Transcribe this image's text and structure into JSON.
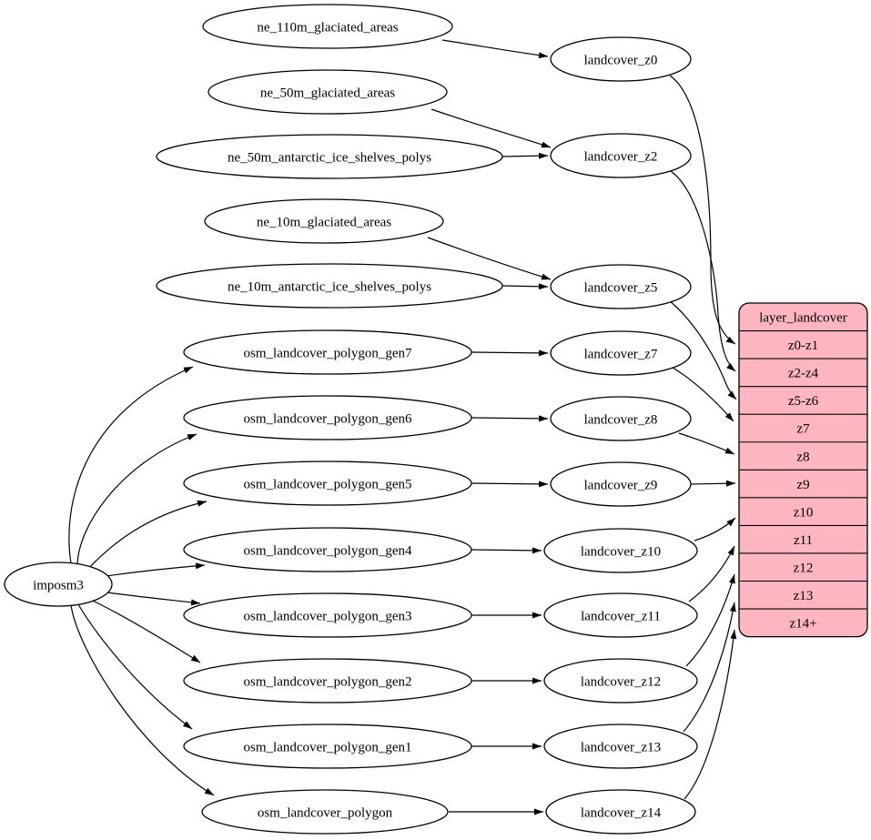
{
  "diagram": {
    "background_color": "#ffffff",
    "node_fill_color": "#ffffff",
    "edge_color": "#000000",
    "nodes": [
      {
        "id": "imposm3",
        "label": "imposm3"
      },
      {
        "id": "ne_110m_glaciated_areas",
        "label": "ne_110m_glaciated_areas"
      },
      {
        "id": "ne_50m_glaciated_areas",
        "label": "ne_50m_glaciated_areas"
      },
      {
        "id": "ne_50m_antarctic_ice_shelves_polys",
        "label": "ne_50m_antarctic_ice_shelves_polys"
      },
      {
        "id": "ne_10m_glaciated_areas",
        "label": "ne_10m_glaciated_areas"
      },
      {
        "id": "ne_10m_antarctic_ice_shelves_polys",
        "label": "ne_10m_antarctic_ice_shelves_polys"
      },
      {
        "id": "osm_landcover_polygon_gen7",
        "label": "osm_landcover_polygon_gen7"
      },
      {
        "id": "osm_landcover_polygon_gen6",
        "label": "osm_landcover_polygon_gen6"
      },
      {
        "id": "osm_landcover_polygon_gen5",
        "label": "osm_landcover_polygon_gen5"
      },
      {
        "id": "osm_landcover_polygon_gen4",
        "label": "osm_landcover_polygon_gen4"
      },
      {
        "id": "osm_landcover_polygon_gen3",
        "label": "osm_landcover_polygon_gen3"
      },
      {
        "id": "osm_landcover_polygon_gen2",
        "label": "osm_landcover_polygon_gen2"
      },
      {
        "id": "osm_landcover_polygon_gen1",
        "label": "osm_landcover_polygon_gen1"
      },
      {
        "id": "osm_landcover_polygon",
        "label": "osm_landcover_polygon"
      },
      {
        "id": "landcover_z0",
        "label": "landcover_z0"
      },
      {
        "id": "landcover_z2",
        "label": "landcover_z2"
      },
      {
        "id": "landcover_z5",
        "label": "landcover_z5"
      },
      {
        "id": "landcover_z7",
        "label": "landcover_z7"
      },
      {
        "id": "landcover_z8",
        "label": "landcover_z8"
      },
      {
        "id": "landcover_z9",
        "label": "landcover_z9"
      },
      {
        "id": "landcover_z10",
        "label": "landcover_z10"
      },
      {
        "id": "landcover_z11",
        "label": "landcover_z11"
      },
      {
        "id": "landcover_z12",
        "label": "landcover_z12"
      },
      {
        "id": "landcover_z13",
        "label": "landcover_z13"
      },
      {
        "id": "landcover_z14",
        "label": "landcover_z14"
      }
    ],
    "edges": [
      {
        "from": "imposm3",
        "to": "osm_landcover_polygon_gen7"
      },
      {
        "from": "imposm3",
        "to": "osm_landcover_polygon_gen6"
      },
      {
        "from": "imposm3",
        "to": "osm_landcover_polygon_gen5"
      },
      {
        "from": "imposm3",
        "to": "osm_landcover_polygon_gen4"
      },
      {
        "from": "imposm3",
        "to": "osm_landcover_polygon_gen3"
      },
      {
        "from": "imposm3",
        "to": "osm_landcover_polygon_gen2"
      },
      {
        "from": "imposm3",
        "to": "osm_landcover_polygon_gen1"
      },
      {
        "from": "imposm3",
        "to": "osm_landcover_polygon"
      },
      {
        "from": "ne_110m_glaciated_areas",
        "to": "landcover_z0"
      },
      {
        "from": "ne_50m_glaciated_areas",
        "to": "landcover_z2"
      },
      {
        "from": "ne_50m_antarctic_ice_shelves_polys",
        "to": "landcover_z2"
      },
      {
        "from": "ne_10m_glaciated_areas",
        "to": "landcover_z5"
      },
      {
        "from": "ne_10m_antarctic_ice_shelves_polys",
        "to": "landcover_z5"
      },
      {
        "from": "osm_landcover_polygon_gen7",
        "to": "landcover_z7"
      },
      {
        "from": "osm_landcover_polygon_gen6",
        "to": "landcover_z8"
      },
      {
        "from": "osm_landcover_polygon_gen5",
        "to": "landcover_z9"
      },
      {
        "from": "osm_landcover_polygon_gen4",
        "to": "landcover_z10"
      },
      {
        "from": "osm_landcover_polygon_gen3",
        "to": "landcover_z11"
      },
      {
        "from": "osm_landcover_polygon_gen2",
        "to": "landcover_z12"
      },
      {
        "from": "osm_landcover_polygon_gen1",
        "to": "landcover_z13"
      },
      {
        "from": "osm_landcover_polygon",
        "to": "landcover_z14"
      },
      {
        "from": "landcover_z0",
        "to": "layer_landcover",
        "row": "z0-z1"
      },
      {
        "from": "landcover_z2",
        "to": "layer_landcover",
        "row": "z2-z4"
      },
      {
        "from": "landcover_z5",
        "to": "layer_landcover",
        "row": "z5-z6"
      },
      {
        "from": "landcover_z7",
        "to": "layer_landcover",
        "row": "z7"
      },
      {
        "from": "landcover_z8",
        "to": "layer_landcover",
        "row": "z8"
      },
      {
        "from": "landcover_z9",
        "to": "layer_landcover",
        "row": "z9"
      },
      {
        "from": "landcover_z10",
        "to": "layer_landcover",
        "row": "z10"
      },
      {
        "from": "landcover_z11",
        "to": "layer_landcover",
        "row": "z11"
      },
      {
        "from": "landcover_z12",
        "to": "layer_landcover",
        "row": "z12"
      },
      {
        "from": "landcover_z13",
        "to": "layer_landcover",
        "row": "z13"
      },
      {
        "from": "landcover_z14",
        "to": "layer_landcover",
        "row": "z14+"
      }
    ],
    "table": {
      "title": "layer_landcover",
      "rows": [
        "z0-z1",
        "z2-z4",
        "z5-z6",
        "z7",
        "z8",
        "z9",
        "z10",
        "z11",
        "z12",
        "z13",
        "z14+"
      ],
      "fill": "#ffb6c1",
      "border": "#000000"
    }
  }
}
